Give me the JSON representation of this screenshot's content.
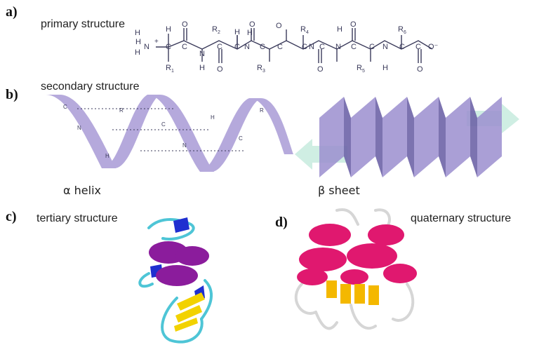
{
  "panels": {
    "a": {
      "letter": "a)",
      "label": "primary structure"
    },
    "b": {
      "letter": "b)",
      "label": "secondary structure",
      "helix_label": "α helix",
      "sheet_label": "β sheet"
    },
    "c": {
      "letter": "c)",
      "label": "tertiary structure"
    },
    "d": {
      "letter": "d)",
      "label": "quaternary structure"
    }
  },
  "peptide": {
    "n_terminus_charge": "+",
    "c_terminus": "O⁻",
    "r_groups": [
      "R1",
      "R2",
      "R3",
      "R4",
      "R5",
      "R6"
    ]
  },
  "colors": {
    "helix_ribbon": "#a99bd6",
    "sheet_ribbon": "#9c8fd0",
    "sheet_arrow": "#cfeee3",
    "tertiary_helix": "#8b1c9c",
    "tertiary_helix_blue": "#1f2fd0",
    "tertiary_coil": "#4ec5d6",
    "sheet_yellow": "#f2d200",
    "quaternary_helix": "#e0186f",
    "quaternary_coil": "#d6d6d6",
    "quaternary_sheet": "#f4b800"
  }
}
